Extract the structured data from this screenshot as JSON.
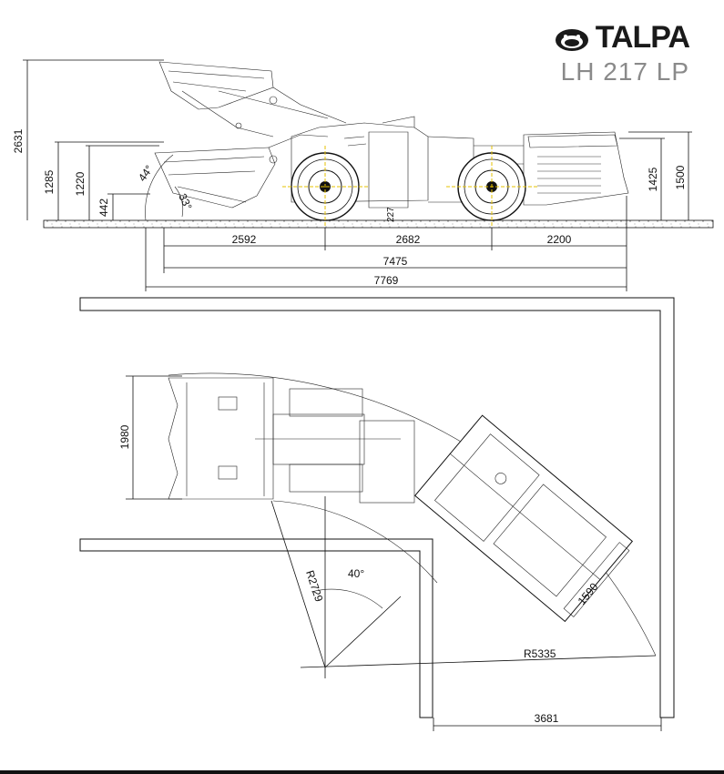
{
  "brand": {
    "name": "TALPA",
    "model": "LH 217 LP"
  },
  "side_view": {
    "heights": {
      "bucket_raised": "2631",
      "pin_height": "1285",
      "dump_height": "1220",
      "lip_height": "442",
      "canopy": "1425",
      "overall": "1500"
    },
    "angles": {
      "rollback": "44°",
      "dump": "33°"
    },
    "clearance": "227",
    "lengths": {
      "front": "2592",
      "wheelbase": "2682",
      "rear": "2200",
      "overall_lowered": "7475",
      "overall_raised": "7769"
    }
  },
  "top_view": {
    "width": "1980",
    "inner_radius": "R2729",
    "outer_radius": "R5335",
    "articulation": "40°",
    "rear_width": "1590",
    "tunnel_width": "3681"
  }
}
